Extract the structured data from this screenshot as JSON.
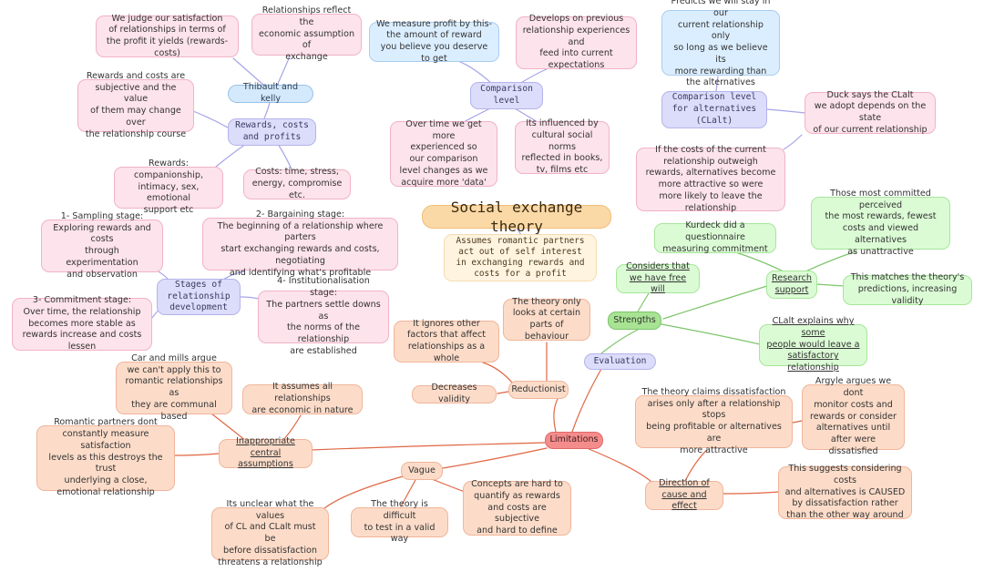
{
  "title": "Social exchange theory",
  "subtitle": "Assumes romantic partners\nact out of self interest\nin exchanging rewards and\ncosts for a profit",
  "comparison_level": {
    "label": "Comparison\nlevel",
    "c1": "We measure profit by this-\nthe amount of reward\nyou believe you deserve to get",
    "c2": "Develops on previous\nrelationship experiences and\nfeed into current\nexpectations",
    "c3": "Over time we get more\nexperienced so\nour comparison\nlevel changes as we\nacquire more 'data'",
    "c4": "Its influenced by\ncultural social norms\nreflected in books,\ntv, films etc"
  },
  "clalt": {
    "label": "Comparison level\nfor alternatives\n(CLalt)",
    "c1": "Predicts we will stay in our\ncurrent relationship only\nso long as we believe its\nmore rewarding than\nthe alternatives",
    "c2": "Duck says the CLalt\nwe adopt depends on the state\nof our current relationship",
    "c3": "If the costs of the current\nrelationship outweigh\nrewards, alternatives become\nmore attractive so were\nmore likely to leave the relationship"
  },
  "rewards": {
    "label": "Rewards, costs\nand profits",
    "thibault": "Thibault and kelly",
    "c1": "We judge our satisfaction\nof relationships in terms of\nthe profit it yields (rewards-costs)",
    "c2": "Relationships reflect the\neconomic assumption of\nexchange",
    "c3": "Rewards and costs are\nsubjective and the value\nof them may change over\nthe relationship course",
    "c4": "Rewards: companionship,\nintimacy, sex, emotional\nsupport etc",
    "c5": "Costs: time, stress,\nenergy, compromise etc."
  },
  "stages": {
    "label": "Stages of\nrelationship\ndevelopment",
    "s1": "1- Sampling stage:\nExploring rewards and costs\nthrough experimentation\nand observation",
    "s2": "2- Bargaining stage:\nThe beginning of a relationship where parters\nstart exchanging rewards and costs, negotiating\nand identifying what's profitable",
    "s3": "3- Commitment stage:\nOver time, the relationship\nbecomes more stable as\nrewards increase and costs lessen",
    "s4": "4- Institutionalisation stage:\nThe partners settle downs as\nthe norms of the relationship\nare established"
  },
  "evaluation": {
    "label": "Evaluation",
    "strengths": {
      "label": "Strengths",
      "free_will": "Considers that\nwe have free will",
      "research": "Research\nsupport",
      "kurdeck": "Kurdeck did a questionnaire\nmeasuring commitment",
      "committed": "Those most committed perceived\nthe most rewards, fewest\ncosts and viewed alternatives\nas unattractive",
      "validity": "This matches the theory's\npredictions, increasing validity",
      "clalt_explains": "CLalt explains why some\npeople would leave a\nsatisfactory relationship"
    },
    "limitations": {
      "label": "Limitations",
      "reductionist": "Reductionist",
      "r1": "The theory only\nlooks at certain\nparts of behaviour",
      "r2": "It ignores other\nfactors that affect\nrelationships as a whole",
      "r3": "Decreases validity",
      "inappropriate": "Inappropriate central\nassumptions",
      "i1": "Car and mills argue\nwe can't apply this to\nromantic relationships as\nthey are communal based",
      "i2": "It assumes all relationships\nare economic in nature",
      "i3": "Romantic partners dont\nconstantly measure satisfaction\nlevels as this destroys the trust\nunderlying a close,\nemotional relationship",
      "vague": "Vague",
      "v1": "Its unclear what the values\nof CL and CLalt must be\nbefore dissatisfaction\nthreatens a relationship",
      "v2": "The theory is difficult\nto test in a valid way",
      "v3": "Concepts are hard to\nquantify as rewards\nand costs are subjective\nand hard to define",
      "direction": "Direction of\ncause and effect",
      "d1": "The theory claims dissatisfaction\narises only after a relationship stops\nbeing profitable or alternatives are\nmore attractive",
      "d2": "Argyle argues we dont\nmonitor costs and\nrewards or consider\nalternatives until\nafter were dissatisfied",
      "d3": "This suggests considering costs\nand alternatives is CAUSED\nby dissatisfaction rather\nthan the other way around"
    }
  },
  "colors": {
    "theory": "#a5a5e8",
    "strengths": "#7cc56a",
    "limitations": "#e06644"
  }
}
